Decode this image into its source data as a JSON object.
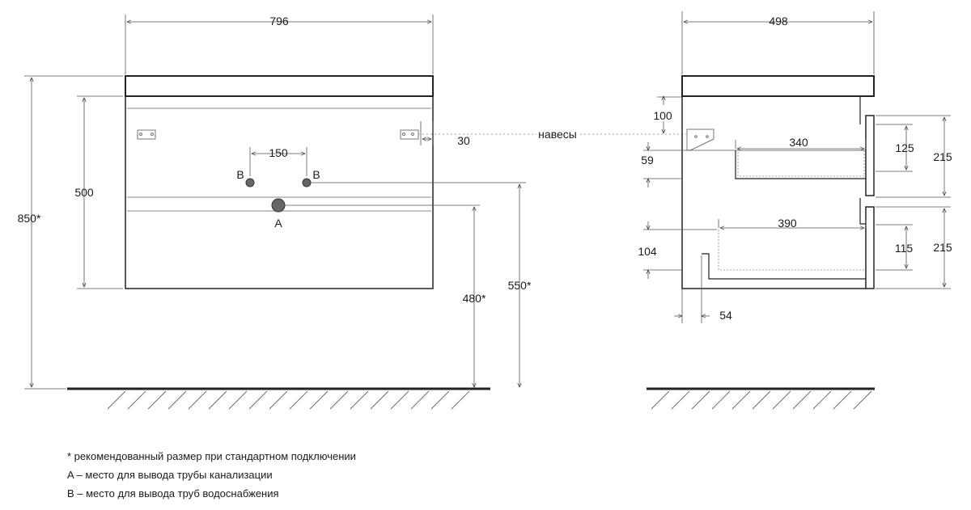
{
  "dims": {
    "width_front": "796",
    "width_side": "498",
    "total_height": "850*",
    "body_height": "500",
    "pipe_spacing": "150",
    "hinge_offset": "30",
    "height_drain": "480*",
    "height_supply": "550*",
    "hinge_top": "100",
    "top_drawer_width": "340",
    "top_drawer_depth": "125",
    "upper_front": "215",
    "top_drawer_gap": "59",
    "bottom_drawer_width": "390",
    "bottom_drawer_gap": "104",
    "bottom_drawer_depth": "115",
    "lower_front": "215",
    "back_gap": "54"
  },
  "labels": {
    "point_a": "A",
    "point_b_left": "B",
    "point_b_right": "B",
    "hinges": "навесы"
  },
  "notes": [
    "* рекомендованный размер при стандартном подключении",
    "A – место для вывода трубы канализации",
    "B – место для вывода труб водоснабжения"
  ]
}
